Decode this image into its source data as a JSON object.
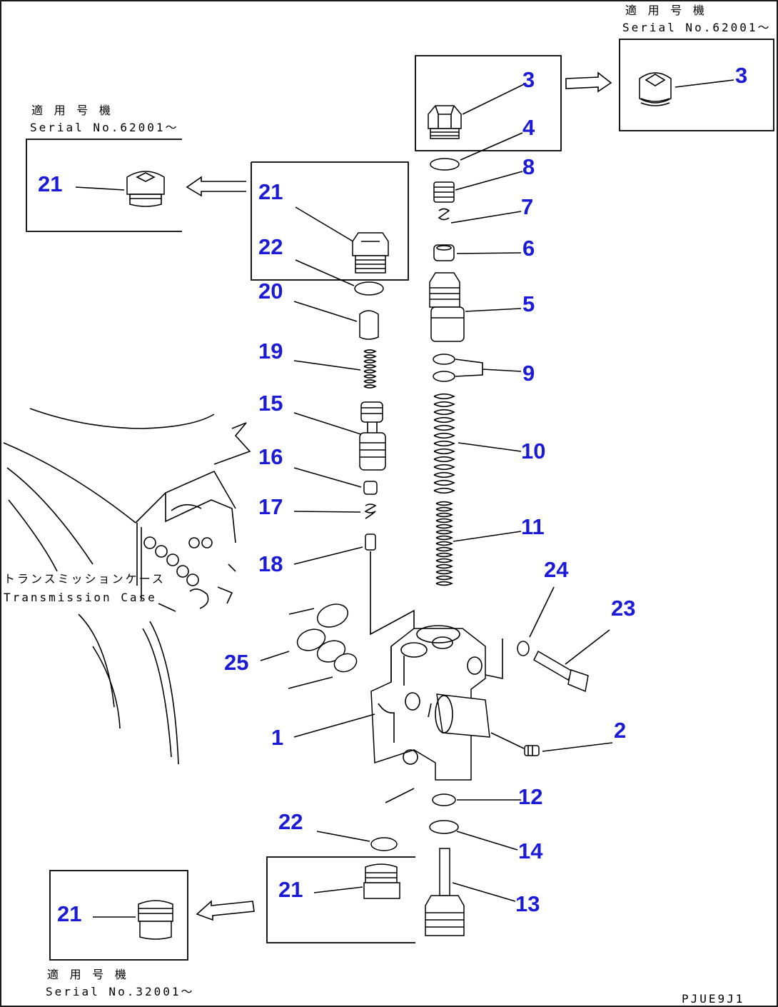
{
  "notes": {
    "top_right_jp": "適 用 号 機",
    "top_right_serial": "Serial No.62001～",
    "top_left_jp": "適 用 号 機",
    "top_left_serial": "Serial No.62001～",
    "bottom_left_jp": "適 用 号 機",
    "bottom_left_serial": "Serial No.32001～",
    "case_jp": "トランスミッションケース",
    "case_en": "Transmission Case",
    "drawing_code": "PJUE9J1"
  },
  "callouts": {
    "c1": "1",
    "c2": "2",
    "c3a": "3",
    "c3b": "3",
    "c4": "4",
    "c5": "5",
    "c6": "6",
    "c7": "7",
    "c8": "8",
    "c9": "9",
    "c10": "10",
    "c11": "11",
    "c12": "12",
    "c13": "13",
    "c14": "14",
    "c15": "15",
    "c16": "16",
    "c17": "17",
    "c18": "18",
    "c19": "19",
    "c20": "20",
    "c21a": "21",
    "c21b": "21",
    "c21c": "21",
    "c21d": "21",
    "c22a": "22",
    "c22b": "22",
    "c23": "23",
    "c24": "24",
    "c25": "25"
  },
  "colors": {
    "callout": "#1a1ad8",
    "line": "#000000"
  }
}
